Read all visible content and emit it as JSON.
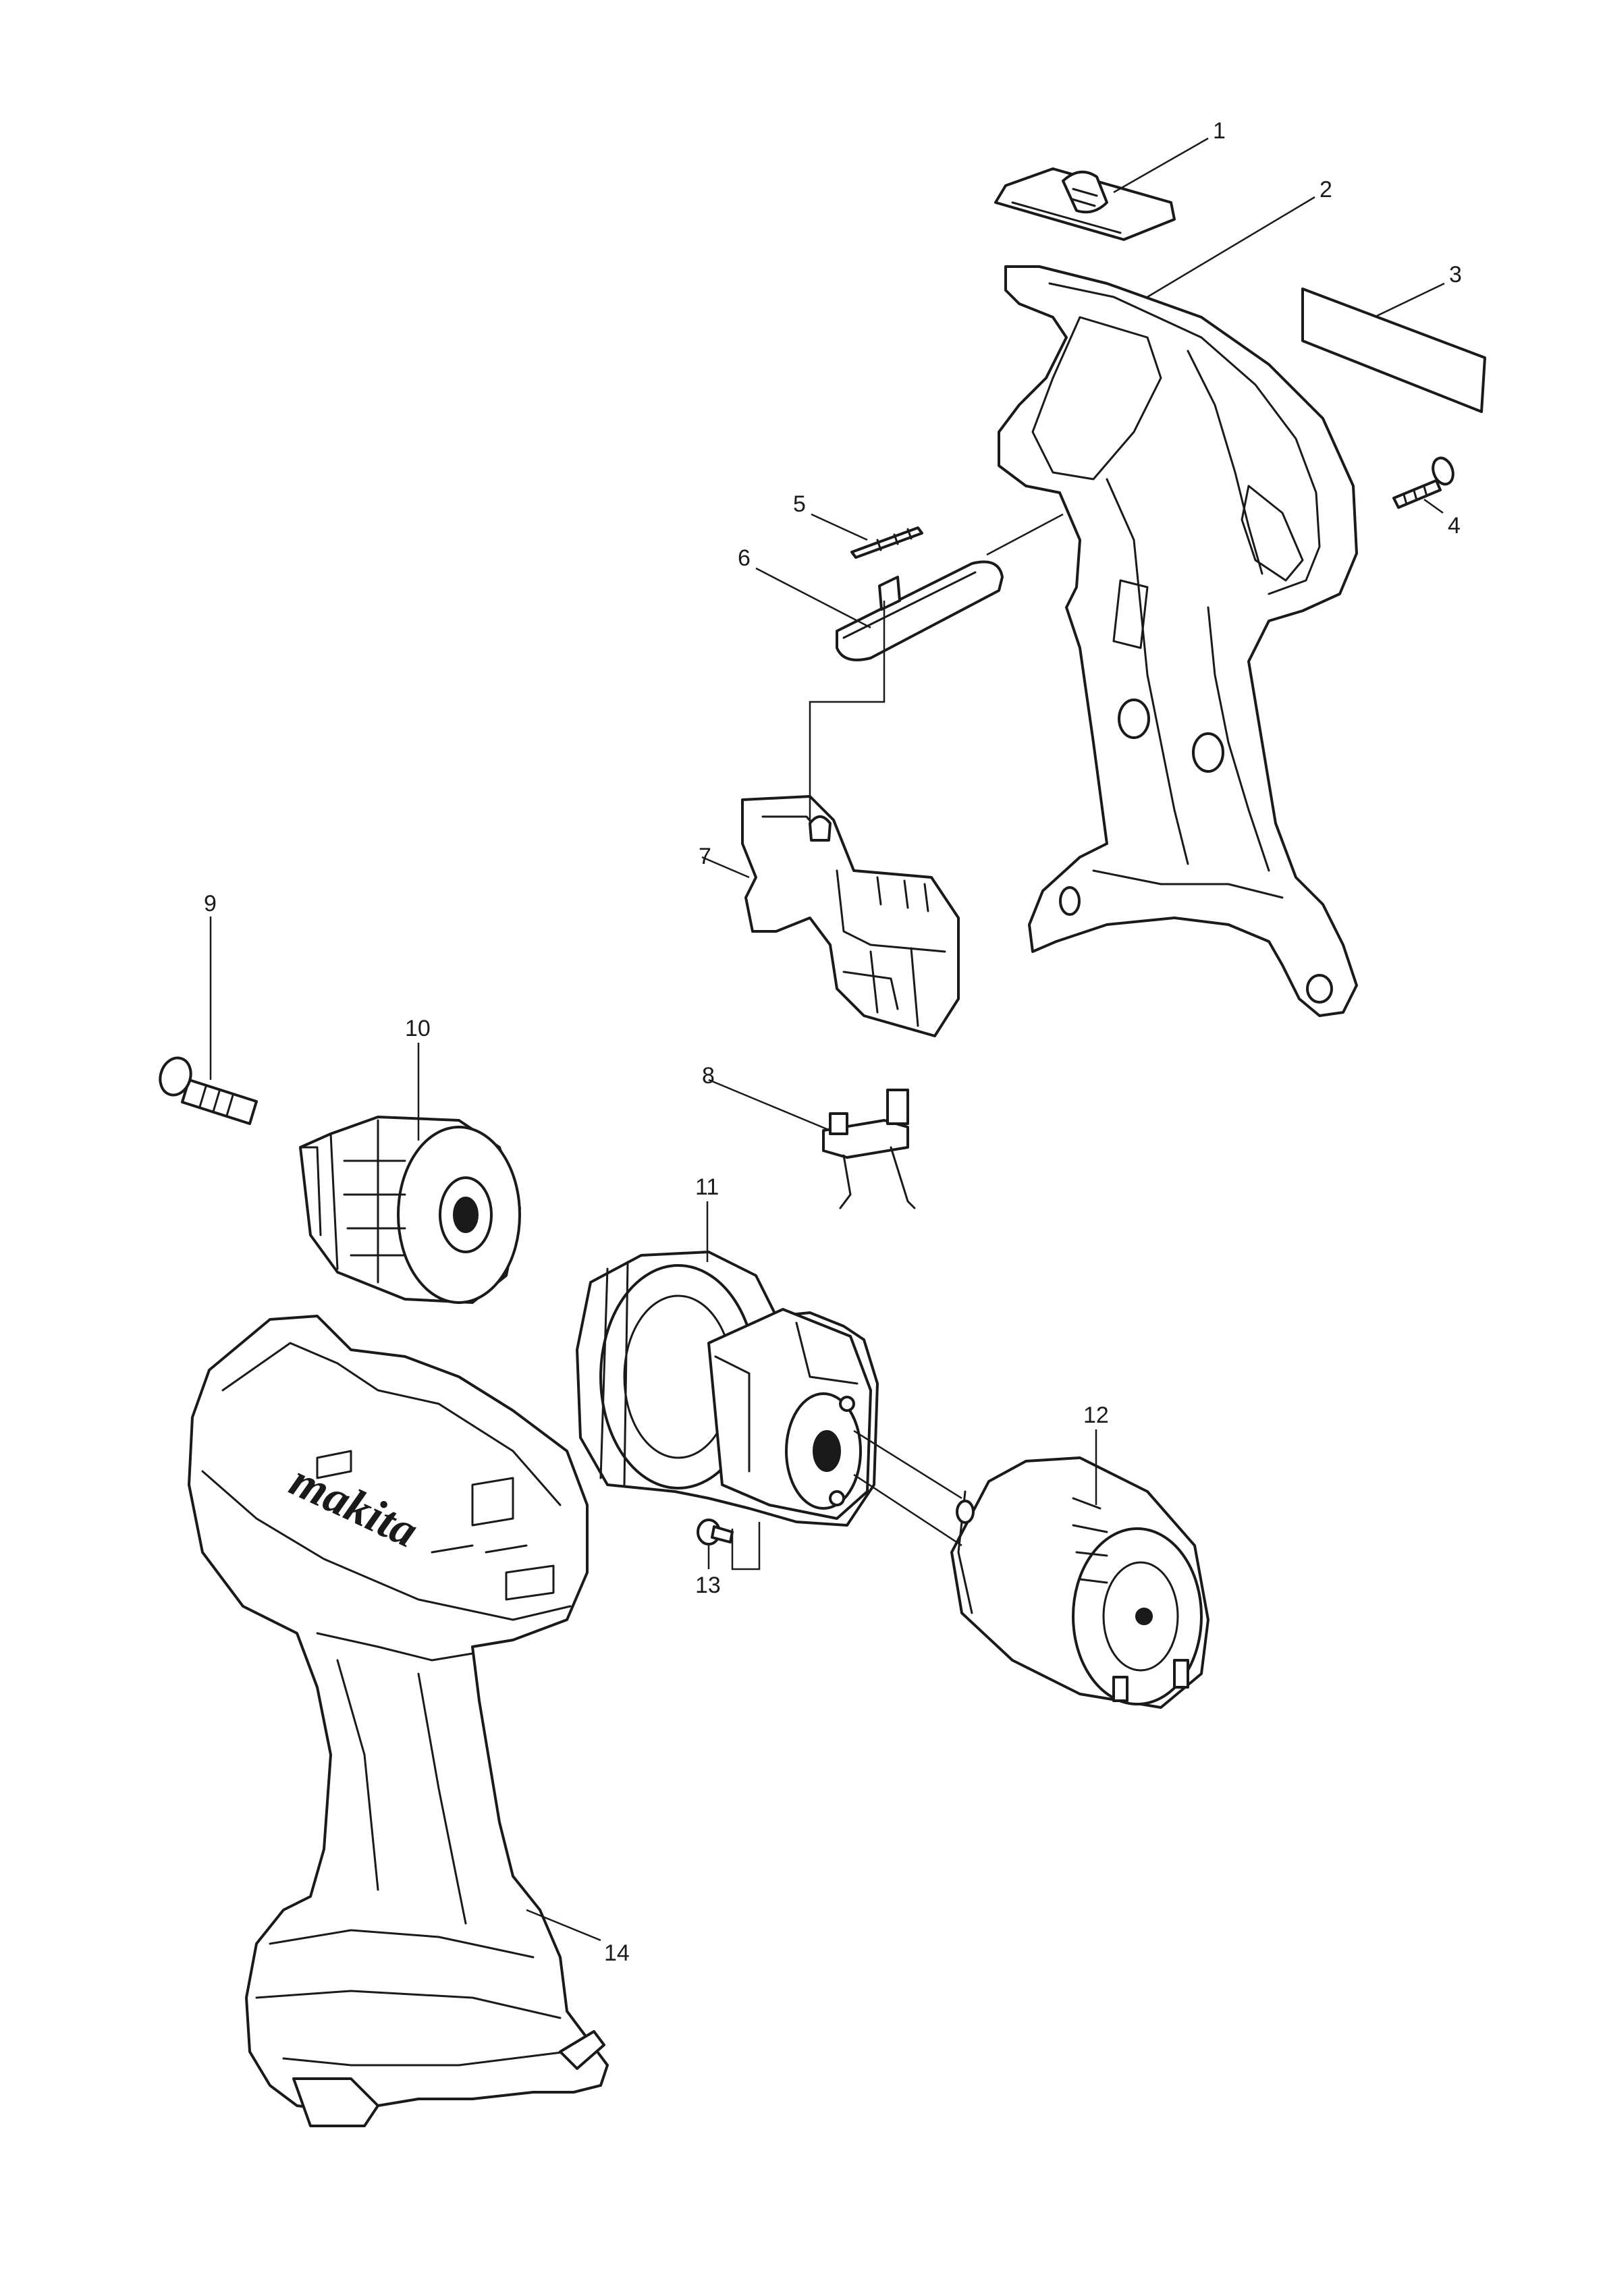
{
  "diagram": {
    "callouts": [
      "1",
      "2",
      "3",
      "4",
      "5",
      "6",
      "7",
      "8",
      "9",
      "10",
      "11",
      "12",
      "13",
      "14"
    ],
    "brand_text": "makita"
  }
}
